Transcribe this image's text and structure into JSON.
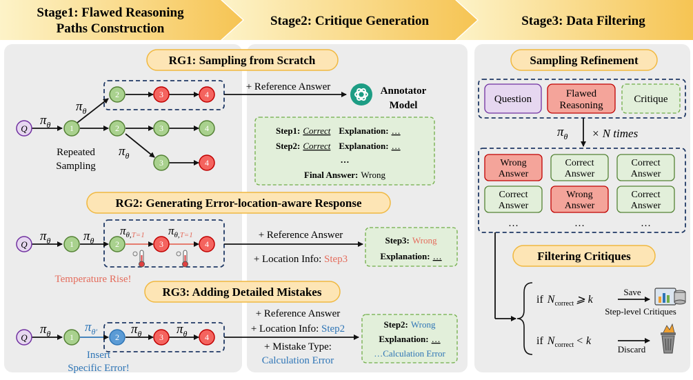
{
  "header": {
    "stage1_line1": "Stage1: Flawed Reasoning",
    "stage1_line2": "Paths Construction",
    "stage2": "Stage2: Critique Generation",
    "stage3": "Stage3: Data Filtering"
  },
  "rg1": {
    "title": "RG1: Sampling from Scratch",
    "question": "Q",
    "policy": "π",
    "policy_sub": "θ",
    "node1": "1",
    "node2": "2",
    "node3": "3",
    "node4": "4",
    "repeated_line1": "Repeated",
    "repeated_line2": "Sampling",
    "reference": "+ Reference Answer",
    "annotator_line1": "Annotator",
    "annotator_line2": "Model",
    "step1_label": "Step1:",
    "step2_label": "Step2:",
    "correct": "Correct",
    "explanation": "Explanation:",
    "ellipsis": "…",
    "dots": "…",
    "final_label": "Final Answer:",
    "final_value": "Wrong"
  },
  "rg2": {
    "title": "RG2: Generating Error-location-aware Response",
    "question": "Q",
    "policy": "π",
    "policy_sub": "θ",
    "policy_T_sub": "θ,",
    "t_eq": "T=1",
    "node1": "1",
    "node2": "2",
    "node3": "3",
    "node4": "4",
    "temperature_rise": "Temperature Rise!",
    "reference": "+ Reference Answer",
    "location_prefix": "+ Location Info: ",
    "location_value": "Step3",
    "step_label": "Step3:",
    "step_value": "Wrong",
    "explanation": "Explanation:",
    "ellipsis": "…"
  },
  "rg3": {
    "title": "RG3: Adding Detailed Mistakes",
    "question": "Q",
    "policy": "π",
    "policy_sub": "θ",
    "policy_prime_sub": "θ′",
    "node1": "1",
    "node2": "2",
    "node3": "3",
    "node4": "4",
    "insert_line1": "Insert",
    "insert_line2": "Specific Error!",
    "reference": "+ Reference Answer",
    "location_prefix": "+ Location Info: ",
    "location_value": "Step2",
    "mistake_label": "+ Mistake Type:",
    "mistake_value": "Calculation Error",
    "step_label": "Step2:",
    "step_value": "Wrong",
    "explanation": "Explanation:",
    "ellipsis": "…",
    "calc_error": "…Calculation Error"
  },
  "stage3": {
    "sampling_title": "Sampling Refinement",
    "question": "Question",
    "flawed_line1": "Flawed",
    "flawed_line2": "Reasoning",
    "critique": "Critique",
    "policy": "π",
    "policy_sub": "θ",
    "times": "× N times",
    "answers": [
      {
        "line1": "Wrong",
        "line2": "Answer",
        "status": "wrong"
      },
      {
        "line1": "Correct",
        "line2": "Answer",
        "status": "correct"
      },
      {
        "line1": "Correct",
        "line2": "Answer",
        "status": "correct"
      },
      {
        "line1": "Correct",
        "line2": "Answer",
        "status": "correct"
      },
      {
        "line1": "Wrong",
        "line2": "Answer",
        "status": "wrong"
      },
      {
        "line1": "Correct",
        "line2": "Answer",
        "status": "correct"
      }
    ],
    "answer_dots": "…",
    "filtering_title": "Filtering Critiques",
    "if_word": "if",
    "n_var": "N",
    "n_sub": "correct",
    "geq": "⩾ k",
    "lt": "< k",
    "save": "Save",
    "step_level": "Step-level Critiques",
    "discard": "Discard"
  },
  "colors": {
    "green_fill": "#a9d18e",
    "green_stroke": "#548235",
    "red_fill": "#f4645f",
    "red_stroke": "#c00000",
    "blue_fill": "#5b9bd5",
    "purple_fill": "#e6d7f0",
    "orange_title": "#fde5b5",
    "orange_stroke": "#f0b840",
    "red_text": "#e46c5c",
    "blue_text": "#2e75b6",
    "panel_bg": "#ececec"
  }
}
